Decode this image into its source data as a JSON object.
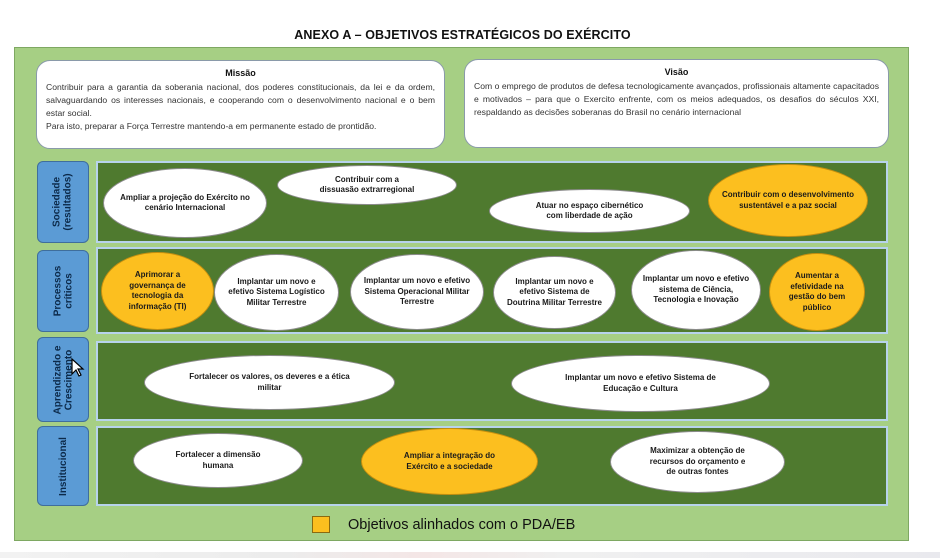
{
  "title": "ANEXO A – OBJETIVOS ESTRATÉGICOS DO EXÉRCITO",
  "missao": {
    "heading": "Missão",
    "paragraph1": "Contribuir para a garantia da soberania nacional, dos poderes constitucionais, da lei e da ordem, salvaguardando os interesses nacionais, e cooperando com o desenvolvimento nacional e o bem estar social.",
    "paragraph2": "Para isto, preparar a Força Terrestre mantendo-a em permanente estado de prontidão."
  },
  "visao": {
    "heading": "Visão",
    "paragraph": "Com o emprego de produtos de defesa tecnologicamente avançados, profissionais altamente capacitados e motivados – para que o Exercito enfrente, com os meios adequados, os desafios do séculos XXI, respaldando as decisões soberanas do Brasil no cenário internacional"
  },
  "rows": {
    "sociedade": {
      "label": "Sociedade (resultados)",
      "objectives": [
        {
          "text": "Ampliar a projeção do Exército no cenário Internacional",
          "aligned": false
        },
        {
          "text": "Contribuir com a dissuasão extrarregional",
          "aligned": false
        },
        {
          "text": "Atuar no espaço cibernético com liberdade de ação",
          "aligned": false
        },
        {
          "text": "Contribuir com o desenvolvimento sustentável e a paz social",
          "aligned": true
        }
      ]
    },
    "processos": {
      "label": "Processos críticos",
      "objectives": [
        {
          "text": "Aprimorar a governança de tecnologia da informação (TI)",
          "aligned": true
        },
        {
          "text": "Implantar um novo e efetivo Sistema Logístico Militar Terrestre",
          "aligned": false
        },
        {
          "text": "Implantar um novo e efetivo Sistema Operacional Militar Terrestre",
          "aligned": false
        },
        {
          "text": "Implantar um novo e efetivo Sistema de Doutrina Militar Terrestre",
          "aligned": false
        },
        {
          "text": "Implantar um novo e efetivo sistema de Ciência, Tecnologia e Inovação",
          "aligned": false
        },
        {
          "text": "Aumentar a efetividade na gestão do bem público",
          "aligned": true
        }
      ]
    },
    "aprendizado": {
      "label_line1": "Aprendizado e",
      "label_line2": "Crescimento",
      "objectives": [
        {
          "text": "Fortalecer os valores, os deveres e a ética militar",
          "aligned": false
        },
        {
          "text": "Implantar um novo e efetivo Sistema de Educação e Cultura",
          "aligned": false
        }
      ]
    },
    "institucional": {
      "label": "Institucional",
      "objectives": [
        {
          "text": "Fortalecer a dimensão humana",
          "aligned": false
        },
        {
          "text": "Ampliar a integração do Exército e a sociedade",
          "aligned": true
        },
        {
          "text": "Maximizar a obtenção de recursos do orçamento e de outras fontes",
          "aligned": false
        }
      ]
    }
  },
  "legend": {
    "label": "Objetivos alinhados com o PDA/EB"
  },
  "colors": {
    "background_frame": "#a6cf84",
    "band": "#4f7a2f",
    "side_label": "#5b9bd5",
    "aligned_objective": "#fcbf1f",
    "regular_objective": "#ffffff"
  }
}
